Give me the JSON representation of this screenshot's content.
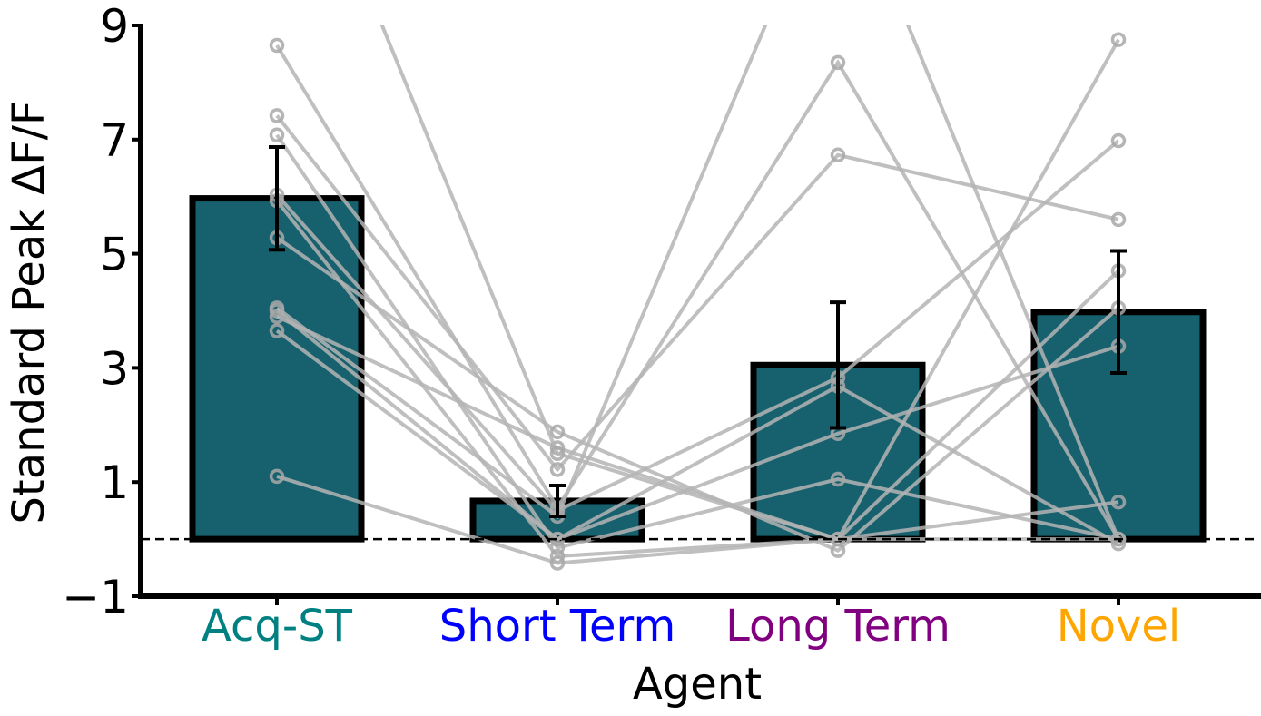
{
  "chart_data": {
    "type": "bar",
    "title": "",
    "xlabel": "Agent",
    "ylabel": "Standard Peak ΔF/F",
    "ylim": [
      -1,
      9
    ],
    "yticks": [
      -1,
      1,
      3,
      5,
      7,
      9
    ],
    "ytick_labels": [
      "−1",
      "1",
      "3",
      "5",
      "7",
      "9"
    ],
    "reference_line": 0,
    "categories": [
      "Acq-ST",
      "Short Term",
      "Long Term",
      "Novel"
    ],
    "category_colors": [
      "#008080",
      "#0000ff",
      "#800080",
      "#ffa500"
    ],
    "bar_color": "#17616e",
    "values": [
      5.97,
      0.67,
      3.05,
      3.98
    ],
    "errors": [
      0.9,
      0.27,
      1.1,
      1.07
    ],
    "individual_series": [
      {
        "values": [
          8.65,
          0.55,
          8.35,
          0.0
        ]
      },
      {
        "values": [
          7.42,
          1.22,
          6.73,
          5.6
        ]
      },
      {
        "values": [
          7.08,
          -0.15,
          1.05,
          0.0
        ]
      },
      {
        "values": [
          6.03,
          0.5,
          2.83,
          6.98
        ]
      },
      {
        "values": [
          5.93,
          -0.3,
          0.0,
          4.7
        ]
      },
      {
        "values": [
          5.28,
          1.88,
          -0.2,
          4.05
        ]
      },
      {
        "values": [
          4.0,
          0.0,
          2.68,
          -0.08
        ]
      },
      {
        "values": [
          3.9,
          1.6,
          0.0,
          0.0
        ]
      },
      {
        "values": [
          3.65,
          0.0,
          1.85,
          3.38
        ]
      },
      {
        "values": [
          1.1,
          -0.42,
          0.0,
          0.65
        ]
      },
      {
        "values": [
          13.5,
          1.5,
          0.0,
          8.75
        ]
      },
      {
        "values": [
          4.05,
          0.4,
          12.0,
          0.0
        ]
      }
    ],
    "grid": false,
    "legend": "none"
  }
}
